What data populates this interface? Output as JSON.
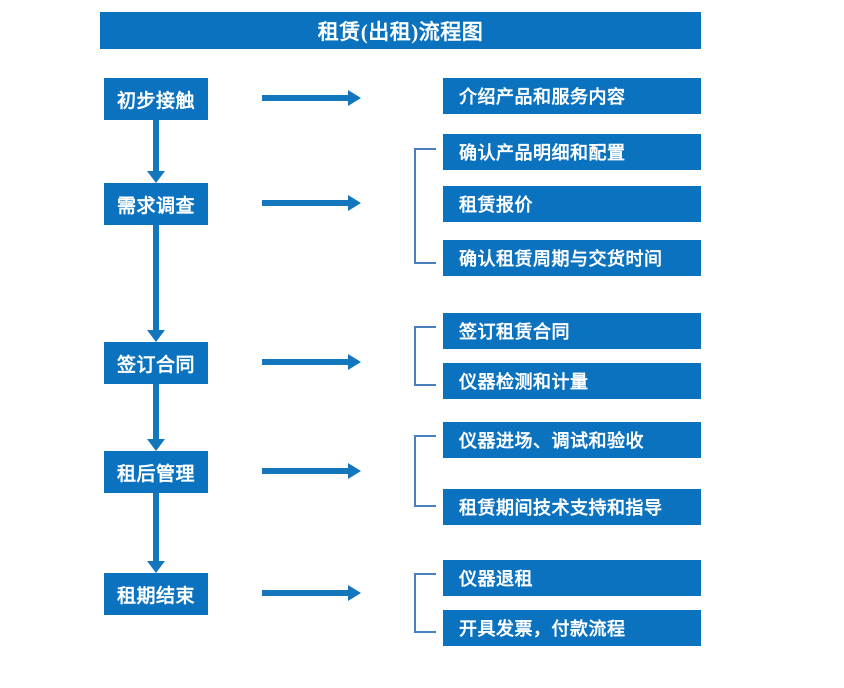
{
  "diagram": {
    "title": "租赁(出租)流程图",
    "colors": {
      "box_blue": "#0b72c0",
      "arrow_blue": "#1476bd",
      "bracket_blue": "#4a7fbd",
      "text_white": "#ffffff",
      "background": "#ffffff"
    },
    "stages": [
      {
        "label": "初步接触"
      },
      {
        "label": "需求调查"
      },
      {
        "label": "签订合同"
      },
      {
        "label": "租后管理"
      },
      {
        "label": "租期结束"
      }
    ],
    "details": [
      {
        "label": "介绍产品和服务内容"
      },
      {
        "label": "确认产品明细和配置"
      },
      {
        "label": "租赁报价"
      },
      {
        "label": "确认租赁周期与交货时间"
      },
      {
        "label": "签订租赁合同"
      },
      {
        "label": "仪器检测和计量"
      },
      {
        "label": "仪器进场、调试和验收"
      },
      {
        "label": "租赁期间技术支持和指导"
      },
      {
        "label": "仪器退租"
      },
      {
        "label": "开具发票，付款流程"
      }
    ]
  }
}
